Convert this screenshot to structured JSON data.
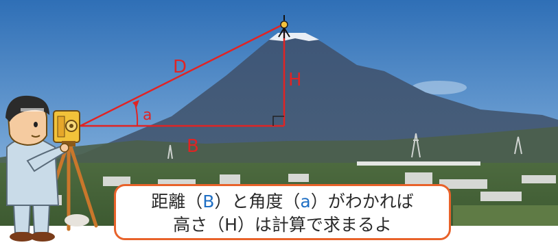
{
  "diagram": {
    "labels": {
      "distance": "D",
      "height": "H",
      "angle": "a",
      "base": "B"
    },
    "caption": {
      "line1_pre": "距離（",
      "line1_b": "B",
      "line1_mid": "）と角度（",
      "line1_a": "a",
      "line1_post": "）がわかれば",
      "line2": "高さ（H）は計算で求まるよ"
    }
  }
}
